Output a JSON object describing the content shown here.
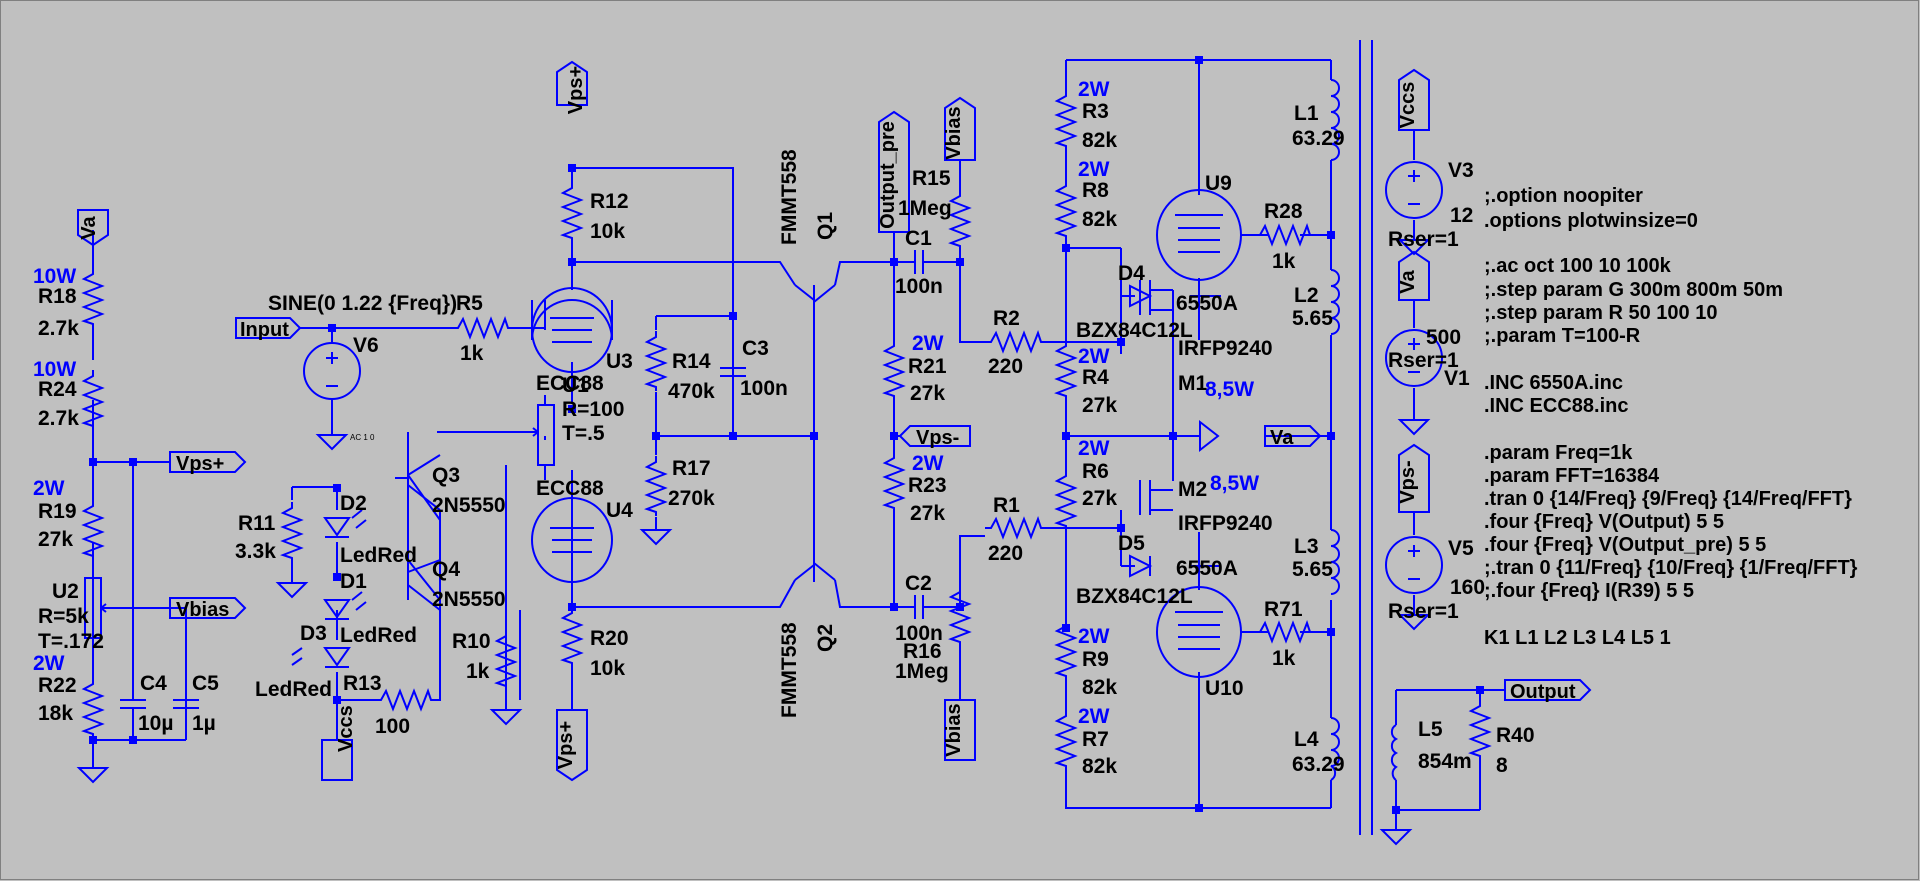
{
  "components": {
    "r18": {
      "name": "R18",
      "value": "2.7k",
      "power": "10W"
    },
    "r24": {
      "name": "R24",
      "value": "2.7k",
      "power": "10W"
    },
    "r19": {
      "name": "R19",
      "value": "27k",
      "power": "2W"
    },
    "r22": {
      "name": "R22",
      "value": "18k",
      "power": "2W"
    },
    "u2": {
      "name": "U2",
      "r": "R=5k",
      "t": "T=.172"
    },
    "c4": {
      "name": "C4",
      "value": "10µ"
    },
    "c5": {
      "name": "C5",
      "value": "1µ"
    },
    "v6": {
      "name": "V6",
      "value": "SINE(0 1.22 {Freq})",
      "sub": "AC 1 0"
    },
    "r5": {
      "name": "R5",
      "value": "1k"
    },
    "r11": {
      "name": "R11",
      "value": "3.3k"
    },
    "d2": {
      "name": "D2",
      "value": "LedRed"
    },
    "d1": {
      "name": "D1",
      "value": "LedRed"
    },
    "d3": {
      "name": "D3",
      "value": "LedRed"
    },
    "q3": {
      "name": "Q3",
      "value": "2N5550"
    },
    "q4": {
      "name": "Q4",
      "value": "2N5550"
    },
    "r13": {
      "name": "R13",
      "value": "100"
    },
    "u1": {
      "name": "U1",
      "r": "R=100",
      "t": "T=.5"
    },
    "r12": {
      "name": "R12",
      "value": "10k"
    },
    "u3": {
      "name": "U3",
      "value": "ECC88"
    },
    "u4": {
      "name": "U4",
      "value": "ECC88"
    },
    "r10": {
      "name": "R10",
      "value": "1k"
    },
    "r20": {
      "name": "R20",
      "value": "10k"
    },
    "r14": {
      "name": "R14",
      "value": "470k"
    },
    "r17": {
      "name": "R17",
      "value": "270k"
    },
    "c3": {
      "name": "C3",
      "value": "100n"
    },
    "q1": {
      "name": "Q1",
      "value": "FMMT558"
    },
    "q2": {
      "name": "Q2",
      "value": "FMMT558"
    },
    "r15": {
      "name": "R15",
      "value": "1Meg"
    },
    "c1": {
      "name": "C1",
      "value": "100n"
    },
    "r21": {
      "name": "R21",
      "value": "27k",
      "power": "2W"
    },
    "r23": {
      "name": "R23",
      "value": "27k",
      "power": "2W"
    },
    "c2": {
      "name": "C2",
      "value": "100n"
    },
    "r16": {
      "name": "R16",
      "value": "1Meg"
    },
    "r2": {
      "name": "R2",
      "value": "220"
    },
    "r1": {
      "name": "R1",
      "value": "220"
    },
    "r3": {
      "name": "R3",
      "value": "82k",
      "power": "2W"
    },
    "r8": {
      "name": "R8",
      "value": "82k",
      "power": "2W"
    },
    "r4": {
      "name": "R4",
      "value": "27k",
      "power": "2W"
    },
    "r6": {
      "name": "R6",
      "value": "27k",
      "power": "2W"
    },
    "r9": {
      "name": "R9",
      "value": "82k",
      "power": "2W"
    },
    "r7": {
      "name": "R7",
      "value": "82k",
      "power": "2W"
    },
    "d4": {
      "name": "D4",
      "value": "BZX84C12L"
    },
    "d5": {
      "name": "D5",
      "value": "BZX84C12L"
    },
    "m1": {
      "name": "M1",
      "value": "IRFP9240",
      "power": "8,5W"
    },
    "m2": {
      "name": "M2",
      "value": "IRFP9240",
      "power": "8,5W"
    },
    "u9": {
      "name": "U9",
      "value": "6550A"
    },
    "u10": {
      "name": "U10",
      "value": "6550A"
    },
    "r28": {
      "name": "R28",
      "value": "1k"
    },
    "r71": {
      "name": "R71",
      "value": "1k"
    },
    "l1": {
      "name": "L1",
      "value": "63.29"
    },
    "l2": {
      "name": "L2",
      "value": "5.65"
    },
    "l3": {
      "name": "L3",
      "value": "5.65"
    },
    "l4": {
      "name": "L4",
      "value": "63.29"
    },
    "l5": {
      "name": "L5",
      "value": "854m"
    },
    "r40": {
      "name": "R40",
      "value": "8"
    },
    "v3": {
      "name": "V3",
      "value": "12",
      "rser": "Rser=1"
    },
    "v1": {
      "name": "V1",
      "value": "500",
      "rser": "Rser=1"
    },
    "v5": {
      "name": "V5",
      "value": "160",
      "rser": "Rser=1"
    }
  },
  "nets": {
    "va": "Va",
    "vps_plus": "Vps+",
    "vps_minus": "Vps-",
    "vbias": "Vbias",
    "vccs": "Vccs",
    "input": "Input",
    "output": "Output",
    "output_pre": "Output_pre"
  },
  "directives": [
    ";.option noopiter",
    ".options plotwinsize=0",
    ";.ac oct 100 10 100k",
    ";.step param G 300m 800m 50m",
    ";.step param R 50 100 10",
    ";.param T=100-R",
    ".INC 6550A.inc",
    ".INC ECC88.inc",
    ".param Freq=1k",
    ".param FFT=16384",
    ".tran 0 {14/Freq} {9/Freq} {14/Freq/FFT}",
    ".four {Freq} V(Output) 5 5",
    ".four {Freq} V(Output_pre) 5 5",
    ";.tran 0 {11/Freq} {10/Freq} {1/Freq/FFT}",
    ";.four {Freq} I(R39) 5 5",
    "K1 L1 L2 L3 L4 L5 1"
  ]
}
